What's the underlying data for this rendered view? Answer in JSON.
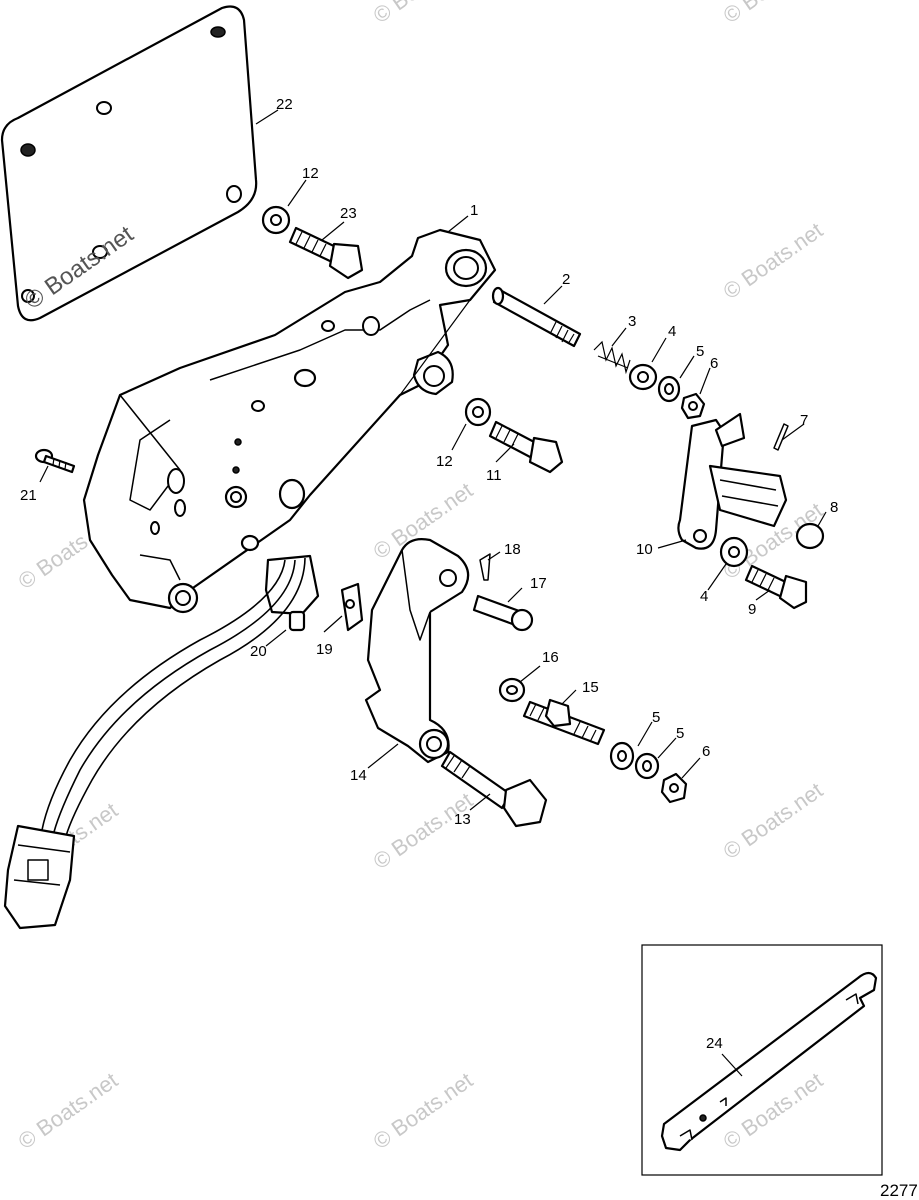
{
  "watermark": "© Boats.net",
  "figure_number": "2277",
  "callouts": {
    "c1": "1",
    "c2": "2",
    "c3": "3",
    "c4a": "4",
    "c4b": "4",
    "c5a": "5",
    "c5b": "5",
    "c5c": "5",
    "c6a": "6",
    "c6b": "6",
    "c7": "7",
    "c8": "8",
    "c9": "9",
    "c10": "10",
    "c11": "11",
    "c12a": "12",
    "c12b": "12",
    "c13": "13",
    "c14": "14",
    "c15": "15",
    "c16": "16",
    "c17": "17",
    "c18": "18",
    "c19": "19",
    "c20": "20",
    "c21": "21",
    "c22": "22",
    "c23": "23",
    "c24": "24"
  }
}
